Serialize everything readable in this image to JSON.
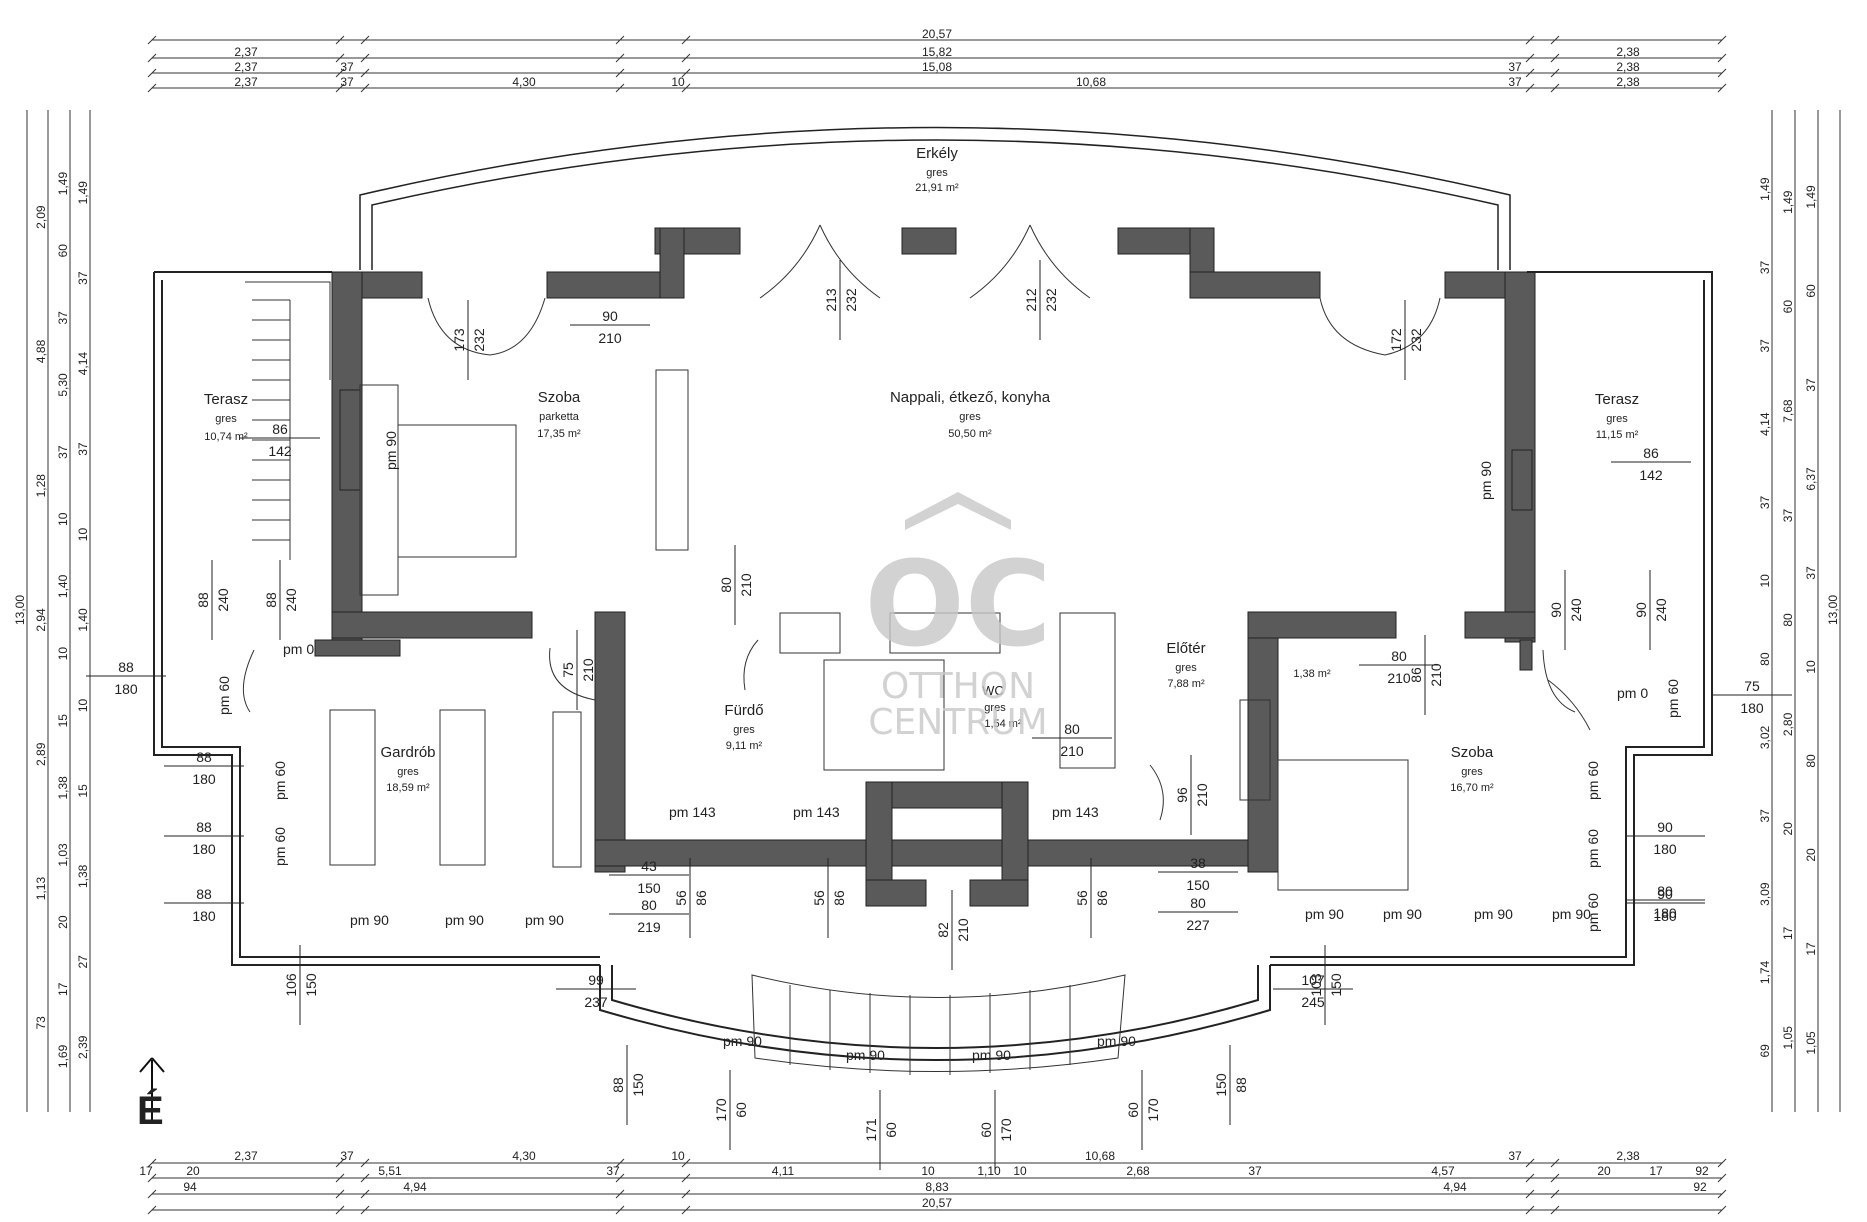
{
  "dims": {
    "top": [
      [
        "20,57"
      ],
      [
        "2,37",
        "15,82",
        "2,38"
      ],
      [
        "2,37",
        "37",
        "15,08",
        "37",
        "2,38"
      ],
      [
        "2,37",
        "37",
        "4,30",
        "10",
        "10,68",
        "37",
        "2,38"
      ]
    ],
    "bottom": [
      [
        "2,37",
        "37",
        "4,30",
        "10",
        "10,68",
        "37",
        "2,38"
      ],
      [
        "17",
        "20",
        "5,51",
        "37",
        "4,11",
        "10",
        "1,10",
        "10",
        "2,68",
        "37",
        "4,57",
        "20",
        "17",
        "92"
      ],
      [
        "94",
        "4,94",
        "8,83",
        "4,94",
        "92"
      ],
      [
        "20,57"
      ]
    ],
    "left_outer": "13,00",
    "left_c2": [
      "2,09",
      "4,88",
      "1,28",
      "2,94",
      "2,89",
      "1,13",
      "73"
    ],
    "left_c3": [
      "1,49",
      "60",
      "37",
      "5,30",
      "37",
      "10",
      "1,40",
      "10",
      "15",
      "1,38",
      "1,03",
      "20",
      "17",
      "1,69"
    ],
    "left_c4": [
      "1,49",
      "37",
      "4,14",
      "37",
      "10",
      "1,40",
      "10",
      "15",
      "1,38",
      "27",
      "2,39"
    ],
    "right_c1": [
      "1,49",
      "37",
      "37",
      "4,14",
      "37",
      "10",
      "80",
      "3,02",
      "37",
      "3,09",
      "1,74",
      "69"
    ],
    "right_c2": [
      "1,49",
      "60",
      "7,68",
      "37",
      "80",
      "2,80",
      "20",
      "17",
      "1,05"
    ],
    "right_c3": [
      "1,49",
      "60",
      "37",
      "6,37",
      "37",
      "10",
      "80",
      "20",
      "17",
      "1,05"
    ],
    "right_outer": "13,00"
  },
  "rooms": [
    {
      "name": "Erkély",
      "floor": "gres",
      "area": "21,91 m²"
    },
    {
      "name": "Szoba",
      "floor": "parketta",
      "area": "17,35 m²"
    },
    {
      "name": "Nappali, étkező, konyha",
      "floor": "gres",
      "area": "50,50 m²"
    },
    {
      "name": "Terasz",
      "floor": "gres",
      "area": "10,74 m²"
    },
    {
      "name": "Terasz",
      "floor": "gres",
      "area": "11,15 m²"
    },
    {
      "name": "Gardrób",
      "floor": "gres",
      "area": "18,59 m²"
    },
    {
      "name": "Fürdő",
      "floor": "gres",
      "area": "9,11 m²"
    },
    {
      "name": "WC",
      "floor": "gres",
      "area": "1,54 m²"
    },
    {
      "name": "Előtér",
      "floor": "gres",
      "area": "7,88 m²"
    },
    {
      "name": "Szoba",
      "floor": "gres",
      "area": "16,70 m²"
    },
    {
      "name": "",
      "floor": "",
      "area": "1,38 m²"
    }
  ],
  "openings": [
    {
      "w": "173",
      "h": "232"
    },
    {
      "w": "213",
      "h": "232"
    },
    {
      "w": "212",
      "h": "232"
    },
    {
      "w": "172",
      "h": "232"
    },
    {
      "w": "90",
      "h": "210"
    },
    {
      "w": "86",
      "h": "142"
    },
    {
      "w": "86",
      "h": "142"
    },
    {
      "w": "88",
      "h": "240"
    },
    {
      "w": "88",
      "h": "240"
    },
    {
      "w": "80",
      "h": "210"
    },
    {
      "w": "75",
      "h": "210"
    },
    {
      "w": "80",
      "h": "210"
    },
    {
      "w": "80",
      "h": "210"
    },
    {
      "w": "96",
      "h": "210"
    },
    {
      "w": "86",
      "h": "210"
    },
    {
      "w": "90",
      "h": "240"
    },
    {
      "w": "90",
      "h": "240"
    },
    {
      "w": "88",
      "h": "180"
    },
    {
      "w": "75",
      "h": "180"
    },
    {
      "w": "88",
      "h": "180"
    },
    {
      "w": "88",
      "h": "180"
    },
    {
      "w": "88",
      "h": "180"
    },
    {
      "w": "90",
      "h": "180"
    },
    {
      "w": "90",
      "h": "180"
    },
    {
      "w": "80",
      "h": "180"
    },
    {
      "w": "43",
      "h": "150"
    },
    {
      "w": "80",
      "h": "219"
    },
    {
      "w": "38",
      "h": "150"
    },
    {
      "w": "80",
      "h": "227"
    },
    {
      "w": "99",
      "h": "237"
    },
    {
      "w": "107",
      "h": "245"
    },
    {
      "w": "56",
      "h": "86"
    },
    {
      "w": "56",
      "h": "86"
    },
    {
      "w": "56",
      "h": "86"
    },
    {
      "w": "82",
      "h": "210"
    },
    {
      "w": "106",
      "h": "150"
    },
    {
      "w": "103",
      "h": "150"
    },
    {
      "w": "88",
      "h": "150"
    },
    {
      "w": "170",
      "h": "60"
    },
    {
      "w": "171",
      "h": "60"
    },
    {
      "w": "60",
      "h": "170"
    },
    {
      "w": "60",
      "h": "170"
    },
    {
      "w": "150",
      "h": "88"
    }
  ],
  "sills": [
    "pm 0",
    "pm 60",
    "pm 90",
    "pm 143"
  ],
  "watermark": {
    "logo": "OC",
    "line1": "OTTHON",
    "line2": "CENTRUM"
  },
  "north_label": "É"
}
